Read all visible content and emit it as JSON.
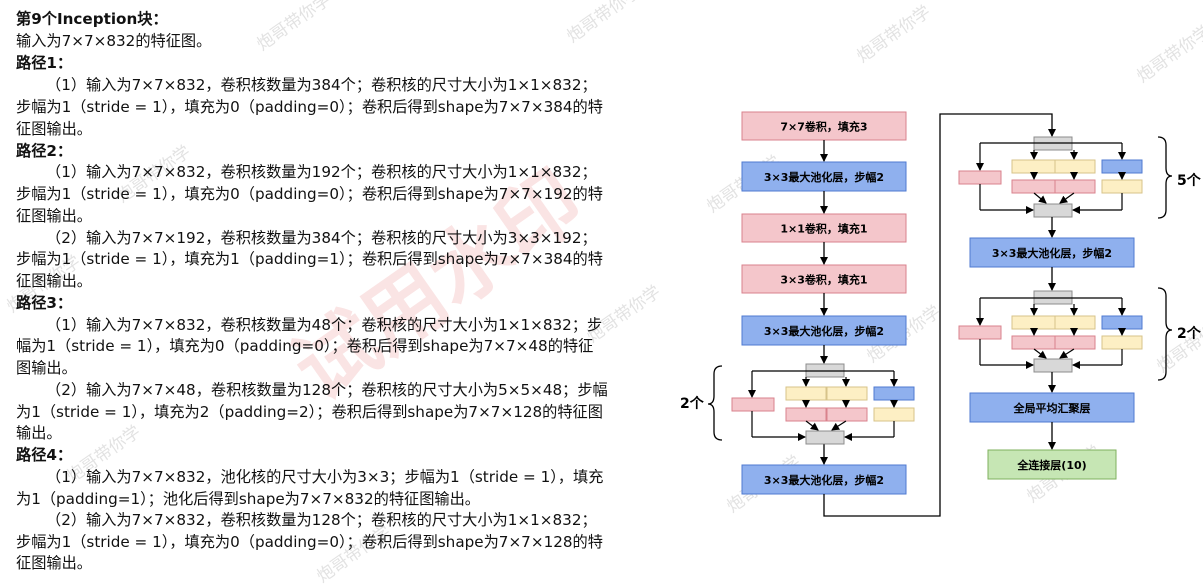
{
  "text": {
    "lines": [
      "第9个Inception块：",
      "输入为7×7×832的特征图。",
      "路径1：",
      "（1）输入为7×7×832，卷积核数量为384个；卷积核的尺寸大小为1×1×832；",
      "步幅为1（stride = 1），填充为0（padding=0）；卷积后得到shape为7×7×384的特",
      "征图输出。",
      "路径2：",
      "（1）输入为7×7×832，卷积核数量为192个；卷积核的尺寸大小为1×1×832；",
      "步幅为1（stride = 1），填充为0（padding=0）；卷积后得到shape为7×7×192的特",
      "征图输出。",
      "（2）输入为7×7×192，卷积核数量为384个；卷积核的尺寸大小为3×3×192；",
      "步幅为1（stride = 1），填充为1（padding=1）；卷积后得到shape为7×7×384的特",
      "征图输出。",
      "路径3：",
      "（1）输入为7×7×832，卷积核数量为48个；卷积核的尺寸大小为1×1×832；步",
      "幅为1（stride = 1），填充为0（padding=0）；卷积后得到shape为7×7×48的特征",
      "图输出。",
      "（2）输入为7×7×48，卷积核数量为128个；卷积核的尺寸大小为5×5×48；步幅",
      "为1（stride = 1），填充为2（padding=2）；卷积后得到shape为7×7×128的特征图",
      "输出。",
      "路径4：",
      "（1）输入为7×7×832，池化核的尺寸大小为3×3；步幅为1（stride = 1），填充",
      "为1（padding=1）；池化后得到shape为7×7×832的特征图输出。",
      "（2）输入为7×7×832，卷积核数量为128个；卷积核的尺寸大小为1×1×832；",
      "步幅为1（stride = 1），填充为0（padding=0）；卷积后得到shape为7×7×128的特",
      "征图输出。"
    ]
  },
  "diagram": {
    "left_column": [
      "7×7卷积，填充3",
      "3×3最大池化层，步幅2",
      "1×1卷积，填充1",
      "3×3卷积，填充1",
      "3×3最大池化层，步幅2",
      "3×3最大池化层，步幅2"
    ],
    "right_column": [
      "3×3最大池化层，步幅2",
      "全局平均汇聚层",
      "全连接层(10)"
    ],
    "repeat_labels": [
      "2个",
      "5个",
      "2个"
    ]
  },
  "watermark": {
    "big": "试用水印",
    "small": "炮哥带你学"
  },
  "colors": {
    "pink_fill": "#f4c6cb",
    "pink_stroke": "#d9828c",
    "blue_fill": "#8fb0ee",
    "blue_stroke": "#4f7ad0",
    "green_fill": "#c6e6b4",
    "green_stroke": "#7fb05e",
    "yellow_fill": "#fdefc4",
    "yellow_stroke": "#d7c38a",
    "gray_fill": "#d8d8d8",
    "gray_stroke": "#8c8c8c"
  }
}
